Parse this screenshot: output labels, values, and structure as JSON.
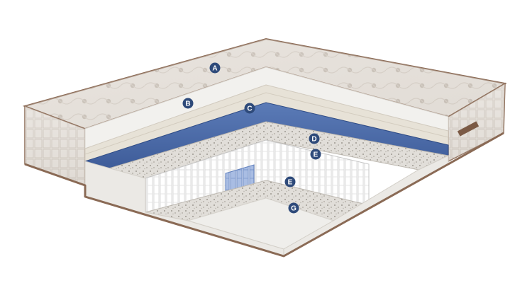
{
  "colors": {
    "background": "#ffffff",
    "quilt_top": "#e7e2dc",
    "quilt_shadow": "#c9c1b8",
    "piping": "#8a6a55",
    "foam_white": "#f1f0ed",
    "foam_cream": "#e6e1d6",
    "blue_foam": "#4a6aa8",
    "fiber_layer": "#d7d4cf",
    "coil": "#f4f4f4",
    "coil_blue": "#7a98c9",
    "badge_fill": "#2e4a7a",
    "badge_text": "#ffffff"
  },
  "icons": {
    "label_marker": "circle-letter-badge"
  },
  "labels": {
    "a": "A",
    "b": "B",
    "c": "C",
    "d": "D",
    "e1": "E",
    "e2": "E",
    "g": "G"
  }
}
